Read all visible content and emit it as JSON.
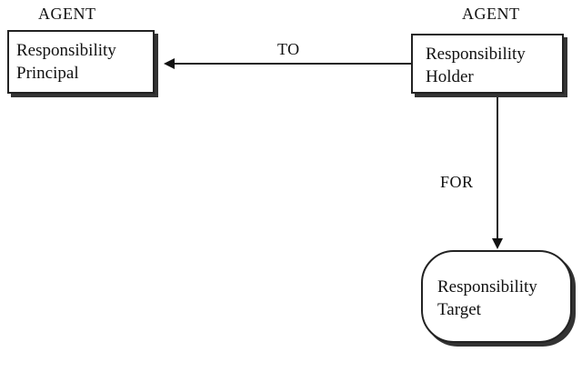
{
  "diagram": {
    "agent_left_label": "AGENT",
    "agent_right_label": "AGENT",
    "principal": {
      "line1": "Responsibility",
      "line2": "Principal"
    },
    "holder": {
      "line1": "Responsibility",
      "line2": "Holder"
    },
    "target": {
      "line1": "Responsibility",
      "line2": "Target"
    },
    "edge_to_label": "TO",
    "edge_for_label": "FOR"
  }
}
